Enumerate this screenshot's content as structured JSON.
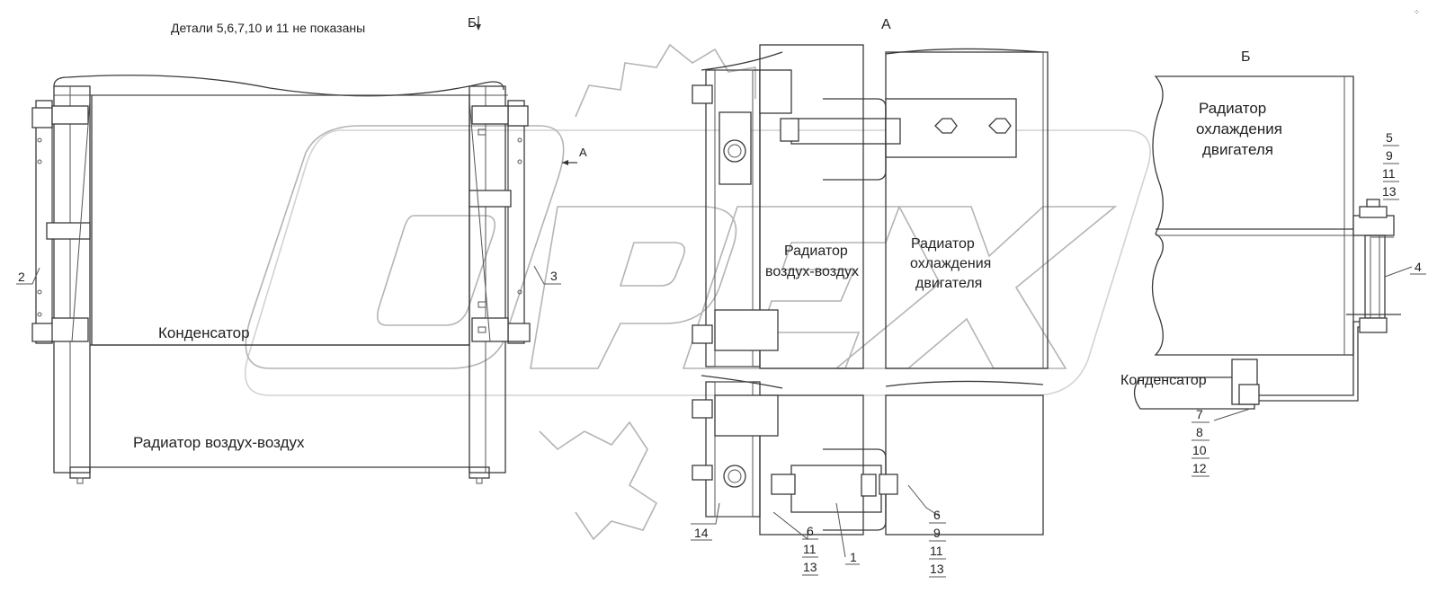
{
  "note": "Детали 5,6,7,10 и 11 не показаны",
  "view_markers": {
    "b_top": "Б",
    "a_arrow": "А",
    "a_title": "А",
    "b_title": "Б"
  },
  "labels": {
    "condenser_left": "Конденсатор",
    "air_radiator_left": "Радиатор воздух-воздух",
    "air_radiator_mid_1": "Радиатор",
    "air_radiator_mid_2": "воздух-воздух",
    "engine_radiator_mid_1": "Радиатор",
    "engine_radiator_mid_2": "охлаждения",
    "engine_radiator_mid_3": "двигателя",
    "engine_radiator_right_1": "Радиатор",
    "engine_radiator_right_2": "охлаждения",
    "engine_radiator_right_3": "двигателя",
    "condenser_right": "Конденсатор"
  },
  "callouts": {
    "p2": "2",
    "p3": "3",
    "p14": "14",
    "p1": "1",
    "p4": "4",
    "stack_a1": [
      "6",
      "11",
      "13"
    ],
    "stack_a2": [
      "6",
      "9",
      "11",
      "13"
    ],
    "stack_b1": [
      "5",
      "9",
      "11",
      "13"
    ],
    "stack_b2": [
      "7",
      "8",
      "10",
      "12"
    ]
  },
  "watermark": "OPEX"
}
